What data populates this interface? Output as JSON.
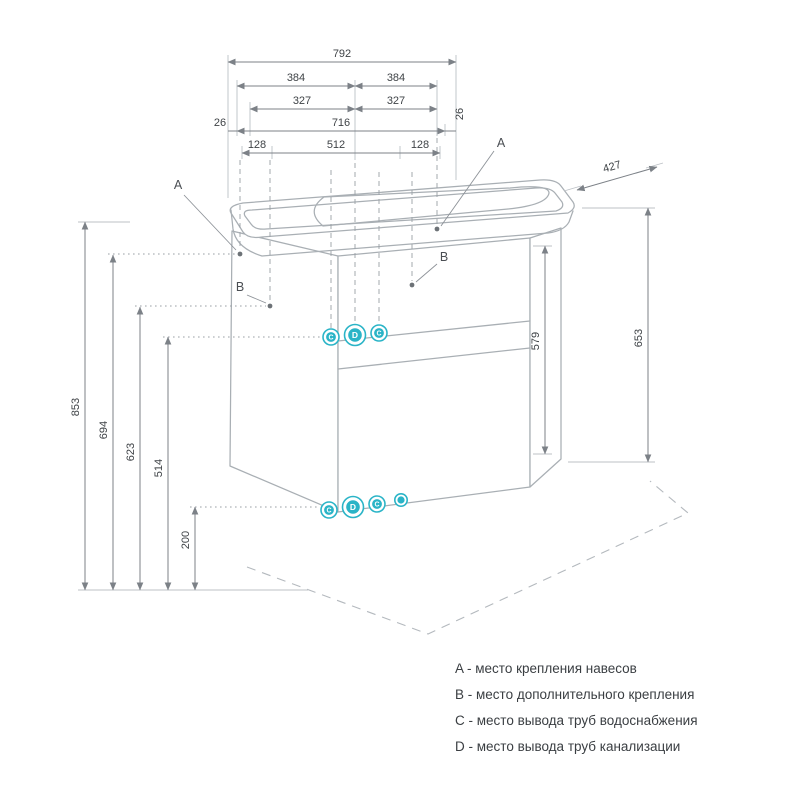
{
  "diagram": {
    "dims": {
      "d792": "792",
      "d384a": "384",
      "d384b": "384",
      "d327a": "327",
      "d327b": "327",
      "d716": "716",
      "d26a": "26",
      "d26b": "26",
      "d128a": "128",
      "d512": "512",
      "d128b": "128",
      "d427": "427",
      "d653": "653",
      "d579": "579",
      "d853": "853",
      "d694": "694",
      "d623": "623",
      "d514": "514",
      "d200": "200"
    },
    "markers": {
      "a": "A",
      "b": "B",
      "c": "C",
      "d": "D"
    },
    "colors": {
      "outlet_accent": "#2ab4c7",
      "line": "#a9afb4",
      "dimension": "#7c8187",
      "label_text": "#3f4347"
    }
  },
  "legend": {
    "items": [
      {
        "text": "A - место крепления навесов"
      },
      {
        "text": "B - место дополнительного крепления"
      },
      {
        "text": "C - место вывода труб водоснабжения"
      },
      {
        "text": "D - место вывода труб канализации"
      }
    ]
  }
}
